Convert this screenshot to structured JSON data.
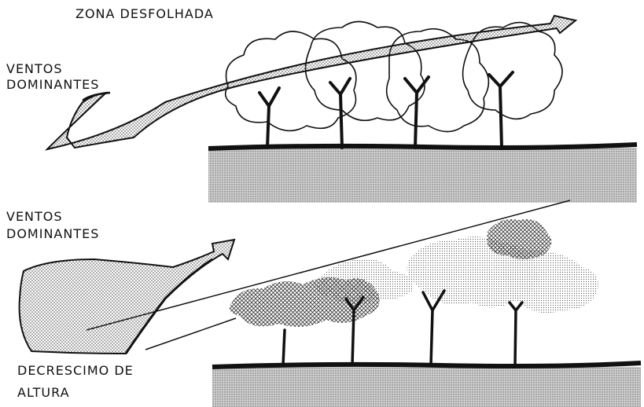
{
  "labels": {
    "zona_desfolhada": "ZONA DESFOLHADA",
    "ventos_top_line1": "VENTOS",
    "ventos_top_line2": "DOMINANTES",
    "ventos_bottom_line1": "VENTOS",
    "ventos_bottom_line2": "DOMINANTES",
    "decrescimo_line1": "DECRESCIMO DE",
    "decrescimo_line2": "ALTURA"
  },
  "colors": {
    "ink": "#111111",
    "stipple": "#555555",
    "soil": "#b9b9b9",
    "background": "#ffffff"
  }
}
